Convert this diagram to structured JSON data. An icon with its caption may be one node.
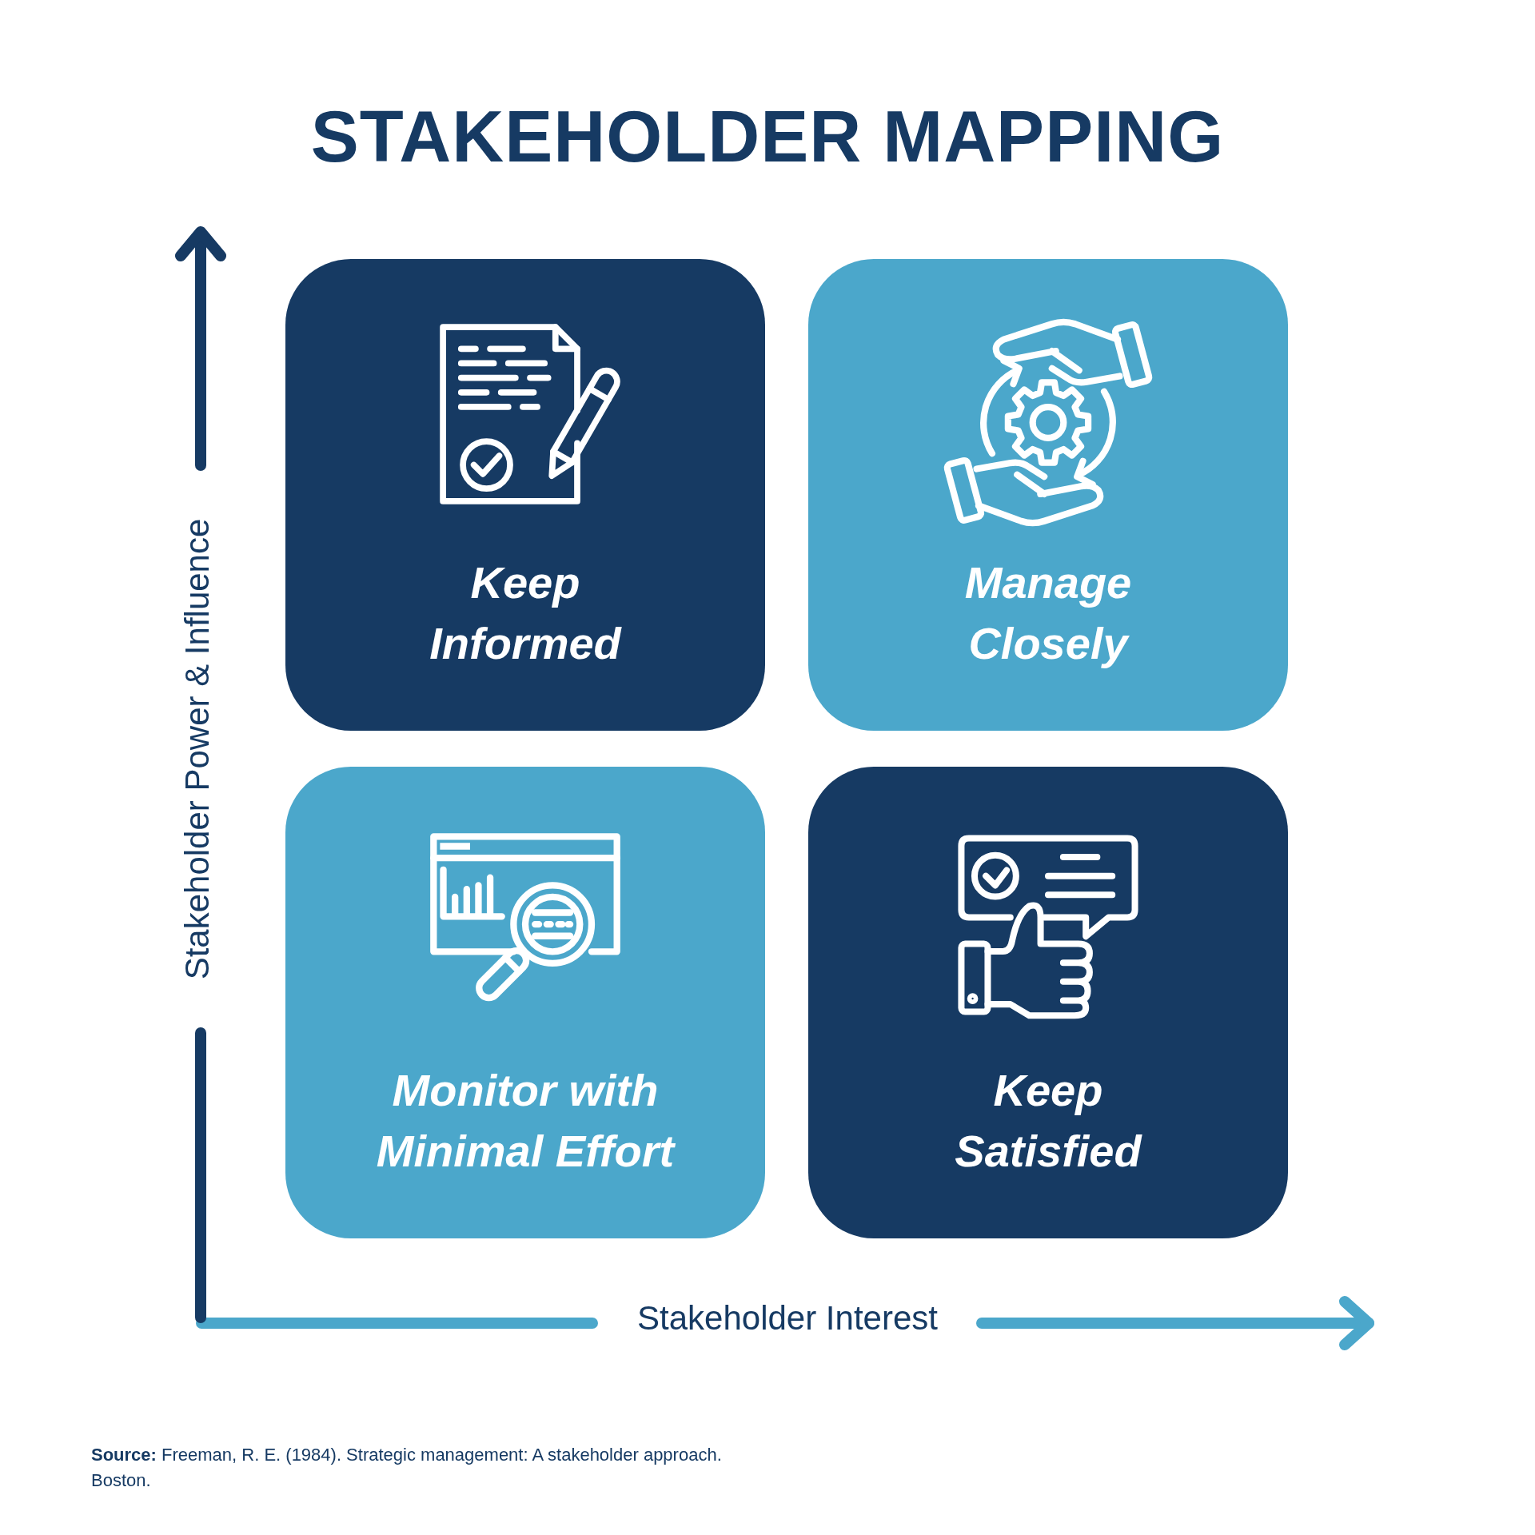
{
  "diagram": {
    "title": "STAKEHOLDER MAPPING",
    "nodes": [
      {
        "text": [
          "Keep Informed"
        ]
      },
      {
        "text": [
          "Manage Closely"
        ]
      },
      {
        "text": [
          "Monitor with Minimal Effort"
        ]
      },
      {
        "text": [
          "Keep Satisfied"
        ]
      }
    ],
    "labels": [
      "Stakeholder Power & Influence",
      "Stakeholder Interest",
      "**Source:** Freeman, R. E. (1984). Strategic management: A stakeholder approach. Boston."
    ]
  }
}
